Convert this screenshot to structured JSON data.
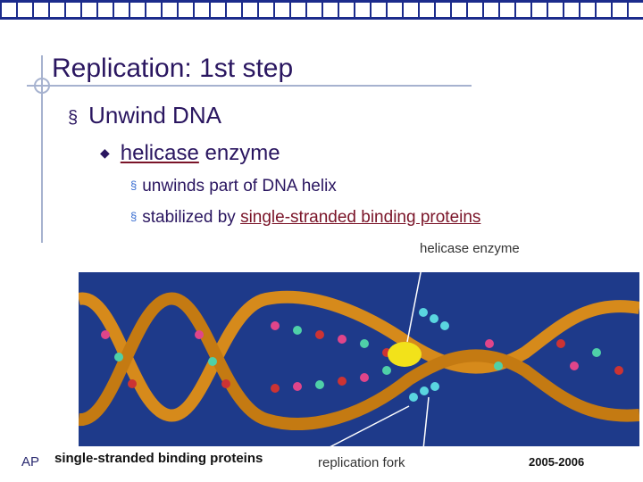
{
  "slide": {
    "title": "Replication: 1st step",
    "bullet1": {
      "marker": "§",
      "text": "Unwind DNA"
    },
    "bullet2": {
      "marker": "◆",
      "term": "helicase",
      "rest": " enzyme"
    },
    "bullet3": [
      {
        "marker": "§",
        "text": "unwinds part of DNA helix"
      },
      {
        "marker": "§",
        "prefix": "stabilized by ",
        "term": "single-stranded binding proteins"
      }
    ]
  },
  "figure": {
    "label_helicase": "helicase enzyme",
    "label_fork": "replication fork",
    "label_ssb": "single-stranded binding proteins"
  },
  "footer": {
    "left": "AP",
    "year": "2005-2006"
  },
  "colors": {
    "bar": "#1b2b8c",
    "text": "#2a1660",
    "underline": "#7a1428",
    "figure_bg": "#1e3a8a",
    "dna_strand": "#d68a1b",
    "helicase": "#f2e21a"
  }
}
